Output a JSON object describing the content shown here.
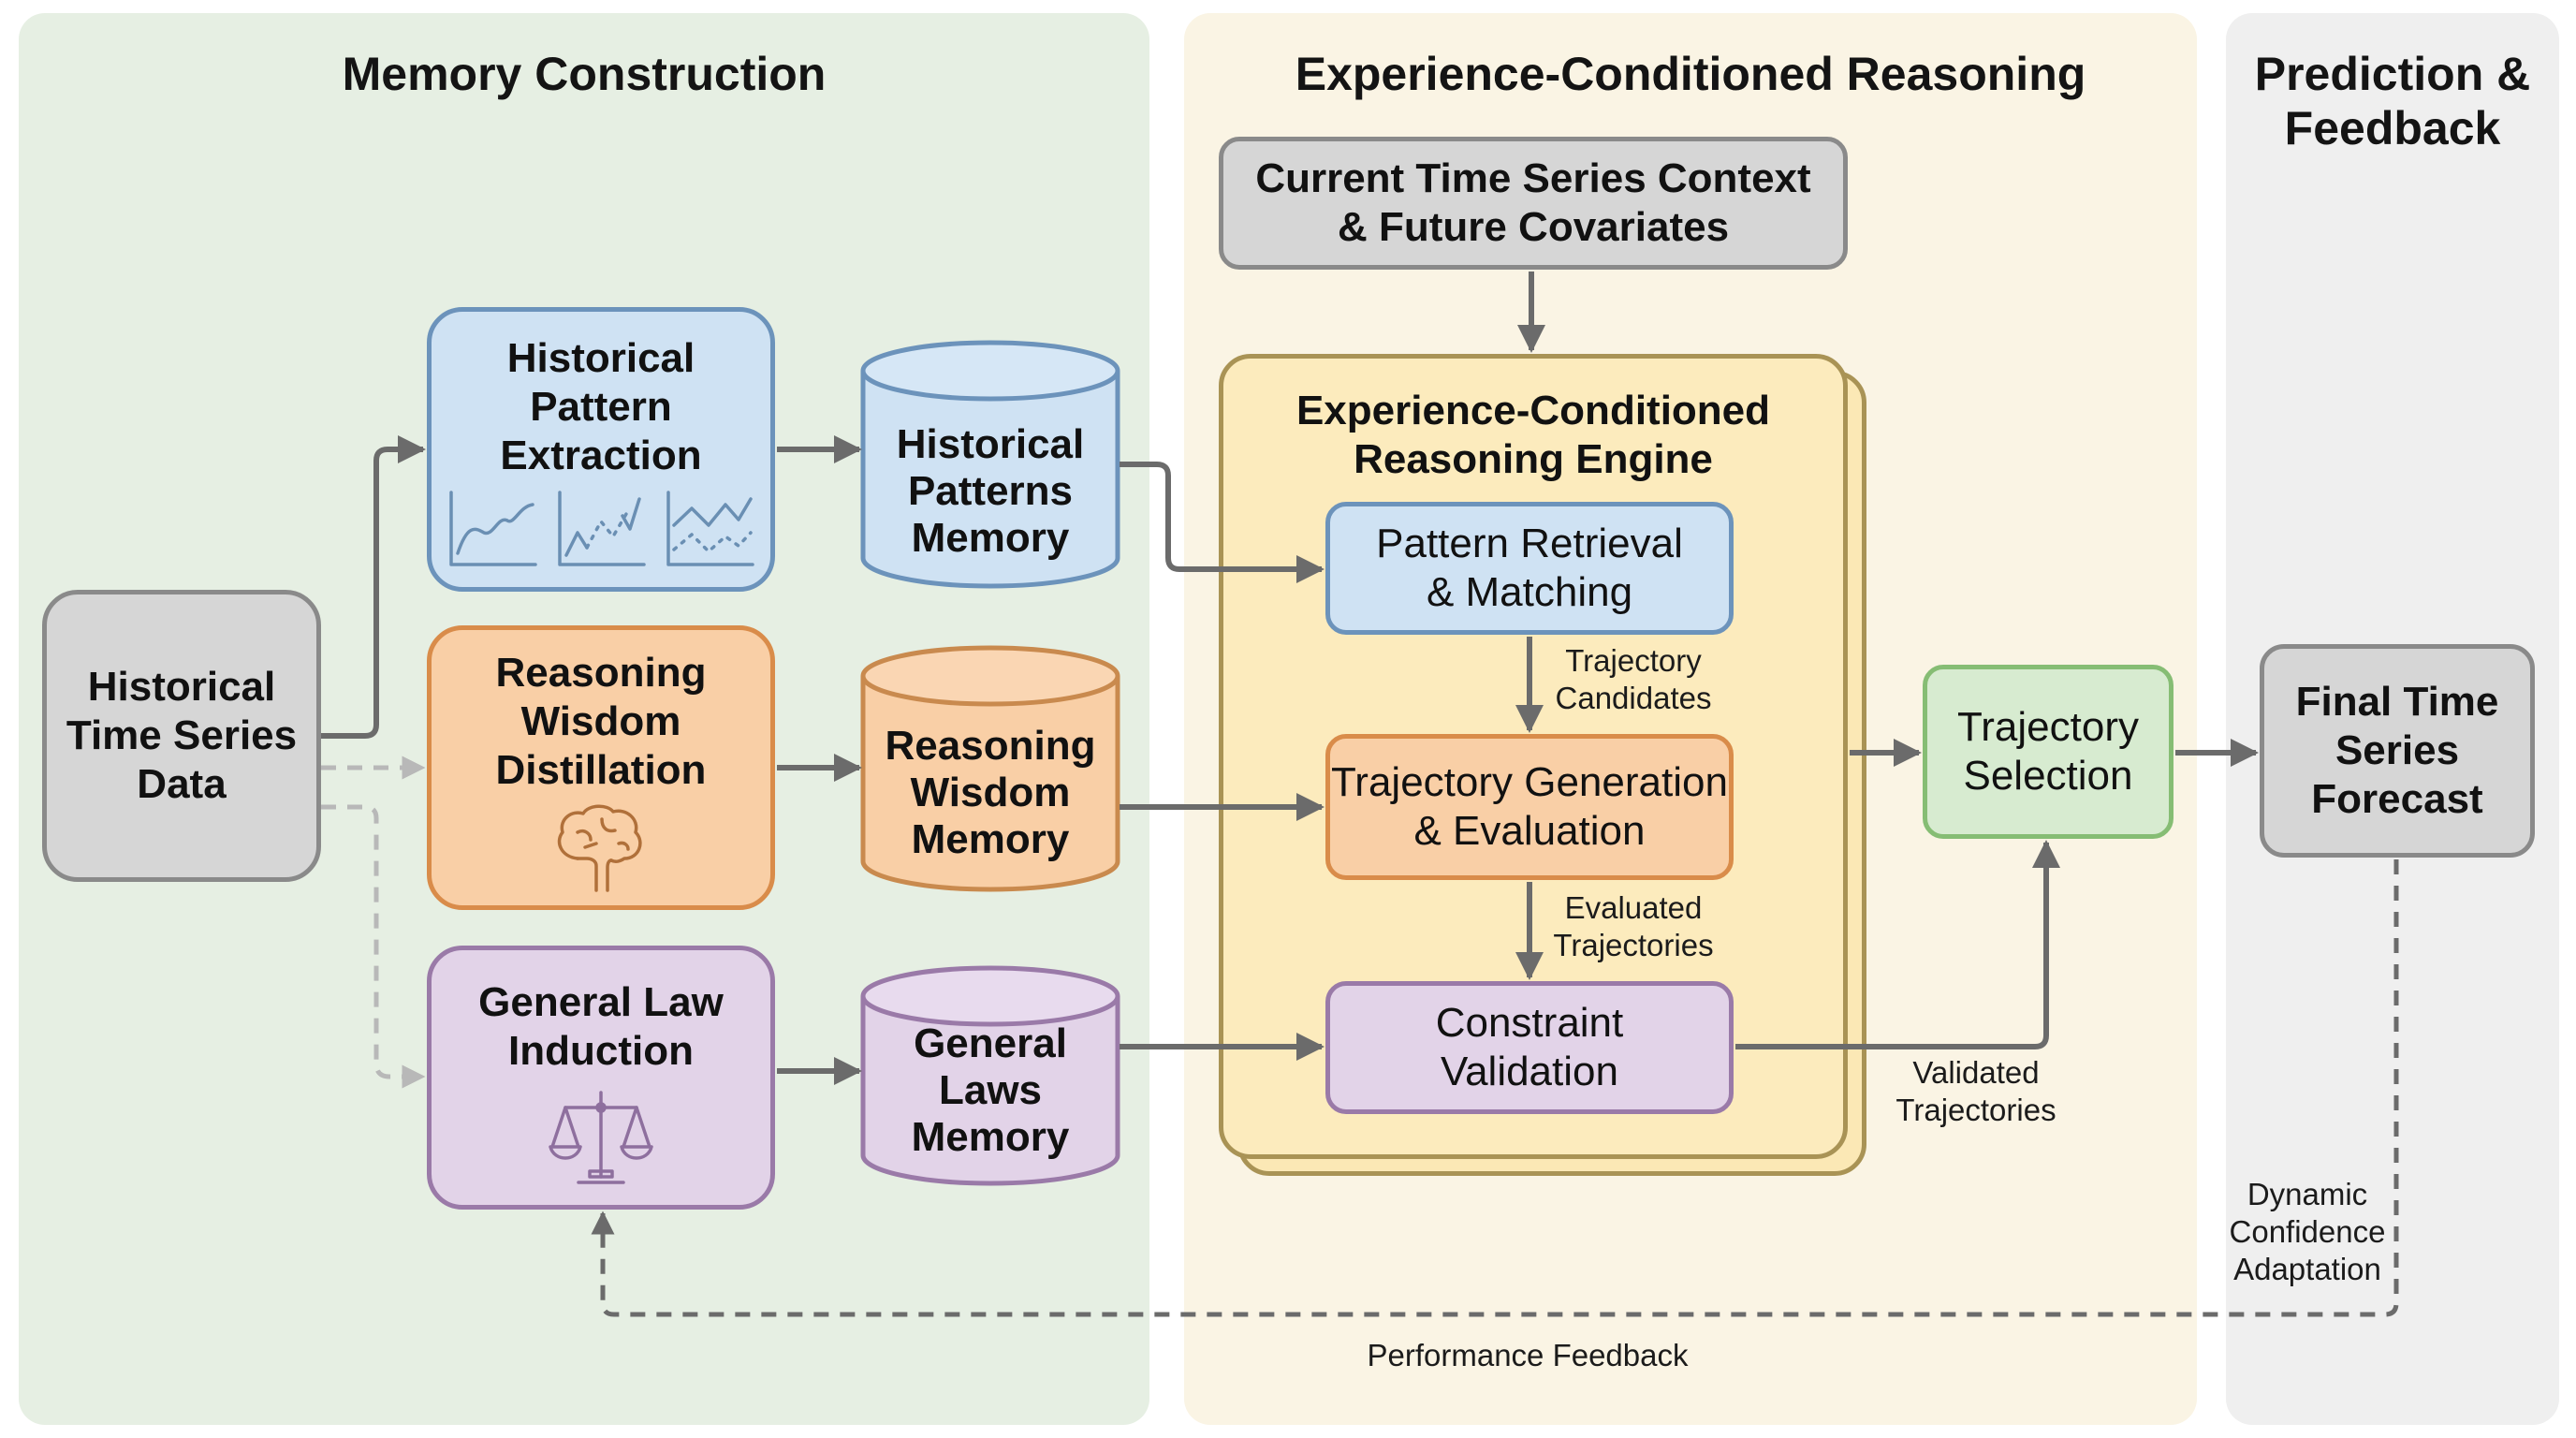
{
  "panels": {
    "memory": {
      "title": "Memory Construction",
      "bg": "#e6efe3"
    },
    "reasoning": {
      "title": "Experience-Conditioned Reasoning",
      "bg": "#faf4e4"
    },
    "prediction": {
      "title": "Prediction &\nFeedback",
      "bg": "#efefef"
    }
  },
  "nodes": {
    "historical_data": {
      "label": "Historical\nTime Series\nData"
    },
    "pattern_extraction": {
      "label": "Historical\nPattern\nExtraction",
      "icon": "line-charts-icon"
    },
    "wisdom_distillation": {
      "label": "Reasoning\nWisdom\nDistillation",
      "icon": "brain-icon"
    },
    "law_induction": {
      "label": "General Law\nInduction",
      "icon": "scales-icon"
    },
    "patterns_memory": {
      "label": "Historical\nPatterns\nMemory"
    },
    "wisdom_memory": {
      "label": "Reasoning\nWisdom\nMemory"
    },
    "laws_memory": {
      "label": "General\nLaws\nMemory"
    },
    "current_context": {
      "label": "Current Time Series Context\n& Future Covariates"
    },
    "engine": {
      "label": "Experience-Conditioned\nReasoning Engine"
    },
    "pattern_retrieval": {
      "label": "Pattern Retrieval\n& Matching"
    },
    "trajectory_generation": {
      "label": "Trajectory Generation\n& Evaluation"
    },
    "constraint_validation": {
      "label": "Constraint\nValidation"
    },
    "trajectory_selection": {
      "label": "Trajectory\nSelection"
    },
    "final_forecast": {
      "label": "Final Time\nSeries\nForecast"
    }
  },
  "edge_labels": {
    "trajectory_candidates": "Trajectory\nCandidates",
    "evaluated_trajectories": "Evaluated\nTrajectories",
    "validated_trajectories": "Validated\nTrajectories",
    "dynamic_confidence": "Dynamic\nConfidence\nAdaptation",
    "performance_feedback": "Performance Feedback"
  },
  "colors": {
    "gray_fill": "#d6d6d6",
    "gray_border": "#8a8a8a",
    "blue_fill": "#cfe2f3",
    "blue_border": "#6c93bb",
    "orange_fill": "#f9cfa6",
    "orange_border": "#d98c4a",
    "purple_fill": "#e2d3e8",
    "purple_border": "#9a7aa8",
    "green_fill": "#d7ebd0",
    "green_border": "#86bd74",
    "engine_fill": "#fbe8b5",
    "engine_border": "#a99355",
    "arrow": "#6b6b6b"
  }
}
